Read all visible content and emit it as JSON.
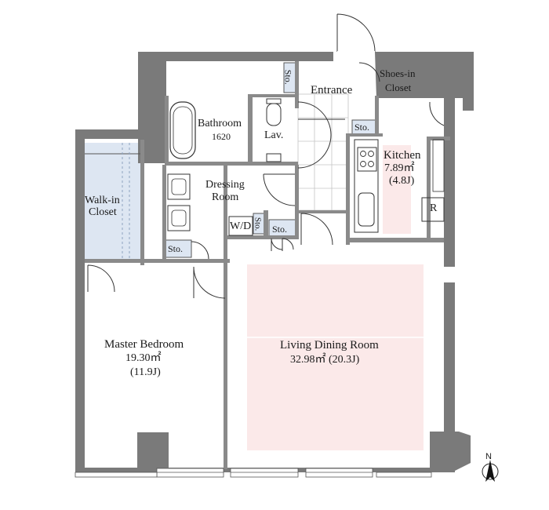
{
  "rooms": {
    "master_bedroom": {
      "name": "Master Bedroom",
      "area": "19.30㎡",
      "jo": "(11.9J)"
    },
    "living_dining": {
      "name": "Living Dining Room",
      "area": "32.98㎡ (20.3J)"
    },
    "kitchen": {
      "name": "Kitchen",
      "area": "7.89㎡",
      "jo": "(4.8J)"
    },
    "bathroom": {
      "name": "Bathroom",
      "size": "1620"
    },
    "dressing": {
      "line1": "Dressing",
      "line2": "Room"
    },
    "walkin": {
      "line1": "Walk-in",
      "line2": "Closet"
    },
    "shoes": {
      "line1": "Shoes-in",
      "line2": "Closet"
    },
    "entrance": "Entrance",
    "lav": "Lav.",
    "wd": "W/D",
    "fridge": "R"
  },
  "storage": {
    "sto_entrance": "Sto.",
    "sto_kitchen": "Sto.",
    "sto_hall": "Sto.",
    "sto_wd": "Sto.",
    "sto_walkin": "Sto."
  },
  "compass": {
    "label": "N"
  },
  "colors": {
    "wall": "#7a7a7a",
    "closet": "#dde6f2",
    "living": "#fbe9e9",
    "tile": "#b8b8b8"
  }
}
